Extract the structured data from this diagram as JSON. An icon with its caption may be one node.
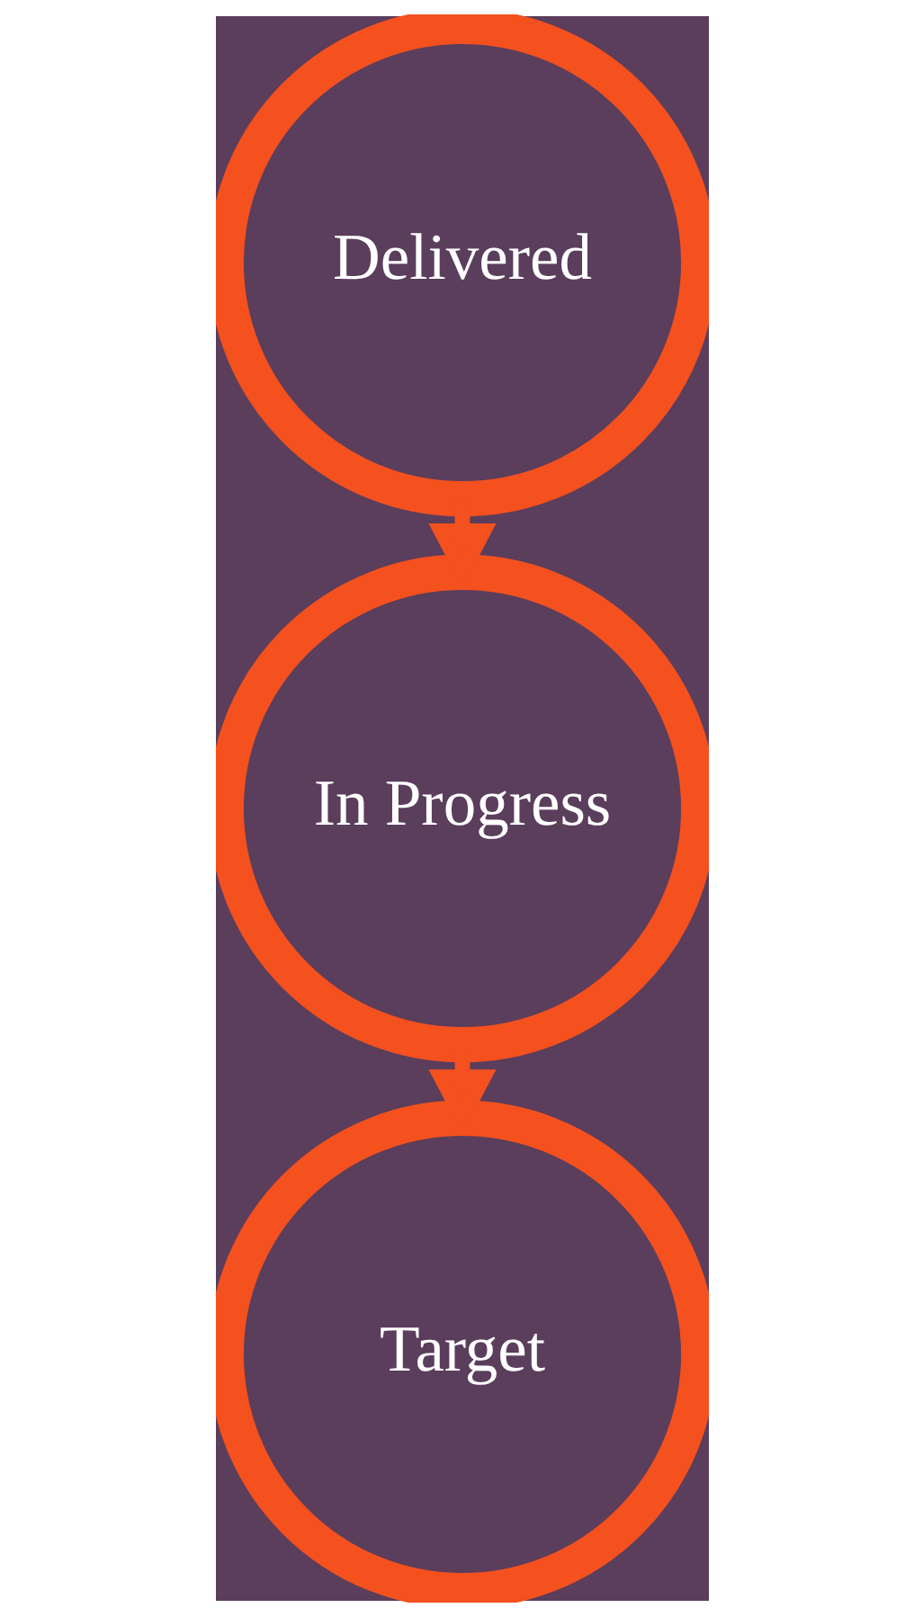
{
  "diagram": {
    "nodes": [
      {
        "text": [
          "Delivered"
        ]
      },
      {
        "text": [
          "In Progress"
        ]
      },
      {
        "text": [
          "Target"
        ]
      }
    ],
    "edges": [
      {
        "from": 0,
        "to": 1,
        "arrow": "to"
      },
      {
        "from": 1,
        "to": 2,
        "arrow": "to"
      }
    ]
  }
}
